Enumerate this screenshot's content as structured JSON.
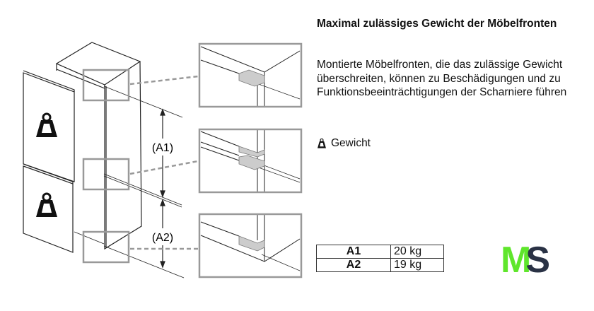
{
  "heading": "Maximal zulässiges Gewicht der Möbelfronten",
  "description": "Montierte Möbelfronten, die das zulässige Gewicht überschreiten, können zu Beschädigungen und zu Funktionsbeeinträchtigungen der Scharniere führen",
  "legend": {
    "icon": "weight-icon",
    "label": "Gewicht"
  },
  "diagram": {
    "label_a1": "(A1)",
    "label_a2": "(A2)"
  },
  "table": [
    {
      "key": "A1",
      "value": "20 kg"
    },
    {
      "key": "A2",
      "value": "19 kg"
    }
  ],
  "logo": {
    "text": "MS",
    "colors": [
      "#5fe62c",
      "#2a3245"
    ]
  }
}
